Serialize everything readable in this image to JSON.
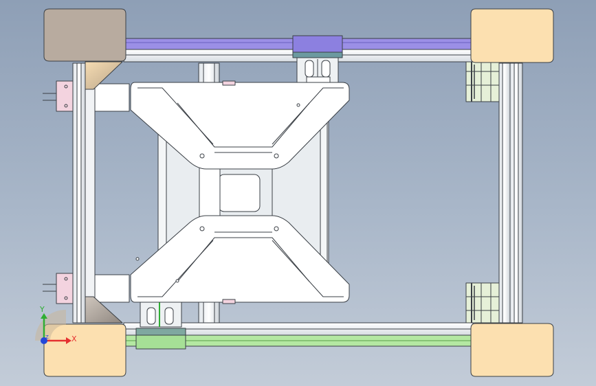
{
  "triad": {
    "x_label": "X",
    "y_label": "Y",
    "z_label": "Z"
  },
  "colors": {
    "corner_block": "#fce0b0",
    "corner_block_shaded": "#b8ab9f",
    "top_rail": "#9b8fe6",
    "bottom_rail": "#b4e8a2",
    "frame_light": "#ffffff",
    "frame_mid": "#e9edf0",
    "bracket_pink": "#f3d3df",
    "edge_line": "#3a3f45",
    "x_axis": "#e53030",
    "y_axis": "#2fae33",
    "z_axis": "#2447d8"
  }
}
